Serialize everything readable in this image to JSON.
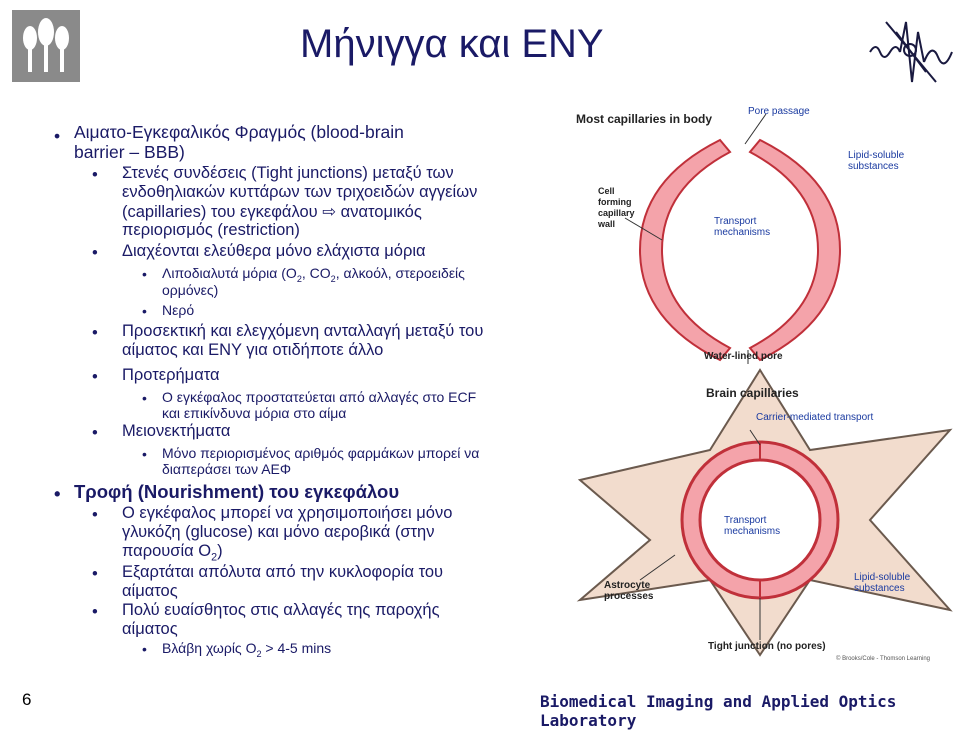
{
  "title": "Μήνιγγα και ΕΝΥ",
  "page_number": "6",
  "footer": "Biomedical Imaging and Applied Optics Laboratory",
  "lines": {
    "bbb_1": "Αιματο-Εγκεφαλικός Φραγμός (blood-brain",
    "bbb_2": "barrier – BBB)",
    "tj_1": "Στενές συνδέσεις (Tight junctions) μεταξύ των",
    "tj_2": "ενδοθηλιακών κυττάρων των  τριχοειδών αγγείων",
    "tj_3": "(capillaries) του εγκεφάλου",
    "tj_3b": "ανατομικός",
    "tj_4": "περιορισμός (restriction)",
    "diff": "Διαχέονται ελεύθερα μόνο ελάχιστα μόρια",
    "lipo_1a": "Λιποδιαλυτά μόρια (O",
    "lipo_1b": ", CO",
    "lipo_1c": ", αλκοόλ, στεροειδείς",
    "lipo_2": "ορμόνες)",
    "water": "Νερό",
    "exch_1": "Προσεκτική και ελεγχόμενη ανταλλαγή μεταξύ του",
    "exch_2": "αίματος και ΕΝΥ για οτιδήποτε άλλο",
    "adv": "Προτερήματα",
    "adv_1": "Ο εγκέφαλος προστατεύεται από αλλαγές στο ECF",
    "adv_2": "και επικίνδυνα μόρια στο αίμα",
    "dis": "Μειονεκτήματα",
    "dis_1": "Μόνο περιορισμένος αριθμός φαρμάκων μπορεί να",
    "dis_2": "διαπεράσει των ΑΕΦ",
    "nour": "Τροφή (Nourishment) του εγκεφάλου",
    "gl_1": "Ο εγκέφαλος μπορεί να χρησιμοποιήσει μόνο",
    "gl_2": "γλυκόζη (glucose) και μόνο αεροβικά (στην",
    "gl_3a": "παρουσία O",
    "gl_3b": ")",
    "dep_1": "Εξαρτάται απόλυτα από την κυκλοφορία του",
    "dep_2": "αίματος",
    "sens_1": "Πολύ ευαίσθητος στις αλλαγές της παροχής",
    "sens_2": "αίματος",
    "dmg_a": "Βλάβη χωρίς O",
    "dmg_b": " > 4-5 mins",
    "sub2": "2",
    "arrow": "⇨"
  },
  "diagram": {
    "most": "Most capillaries in body",
    "pore": "Pore passage",
    "lipid_top_1": "Lipid-soluble",
    "lipid_top_2": "substances",
    "cell_1": "Cell",
    "cell_2": "forming",
    "cell_3": "capillary",
    "cell_4": "wall",
    "transport_top_1": "Transport",
    "transport_top_2": "mechanisms",
    "water_pore": "Water-lined pore",
    "brain_cap": "Brain capillaries",
    "carrier": "Carrier-mediated transport",
    "transport_bot_1": "Transport",
    "transport_bot_2": "mechanisms",
    "lipid_bot_1": "Lipid-soluble",
    "lipid_bot_2": "substances",
    "astro_1": "Astrocyte",
    "astro_2": "processes",
    "tight": "Tight junction (no pores)",
    "credit": "© Brooks/Cole - Thomson Learning"
  },
  "colors": {
    "text": "#1a1a66",
    "vessel_fill": "#f4a3aa",
    "vessel_stroke": "#c0303a",
    "astro_fill": "#f2dccd",
    "astro_stroke": "#6b5a4e"
  }
}
